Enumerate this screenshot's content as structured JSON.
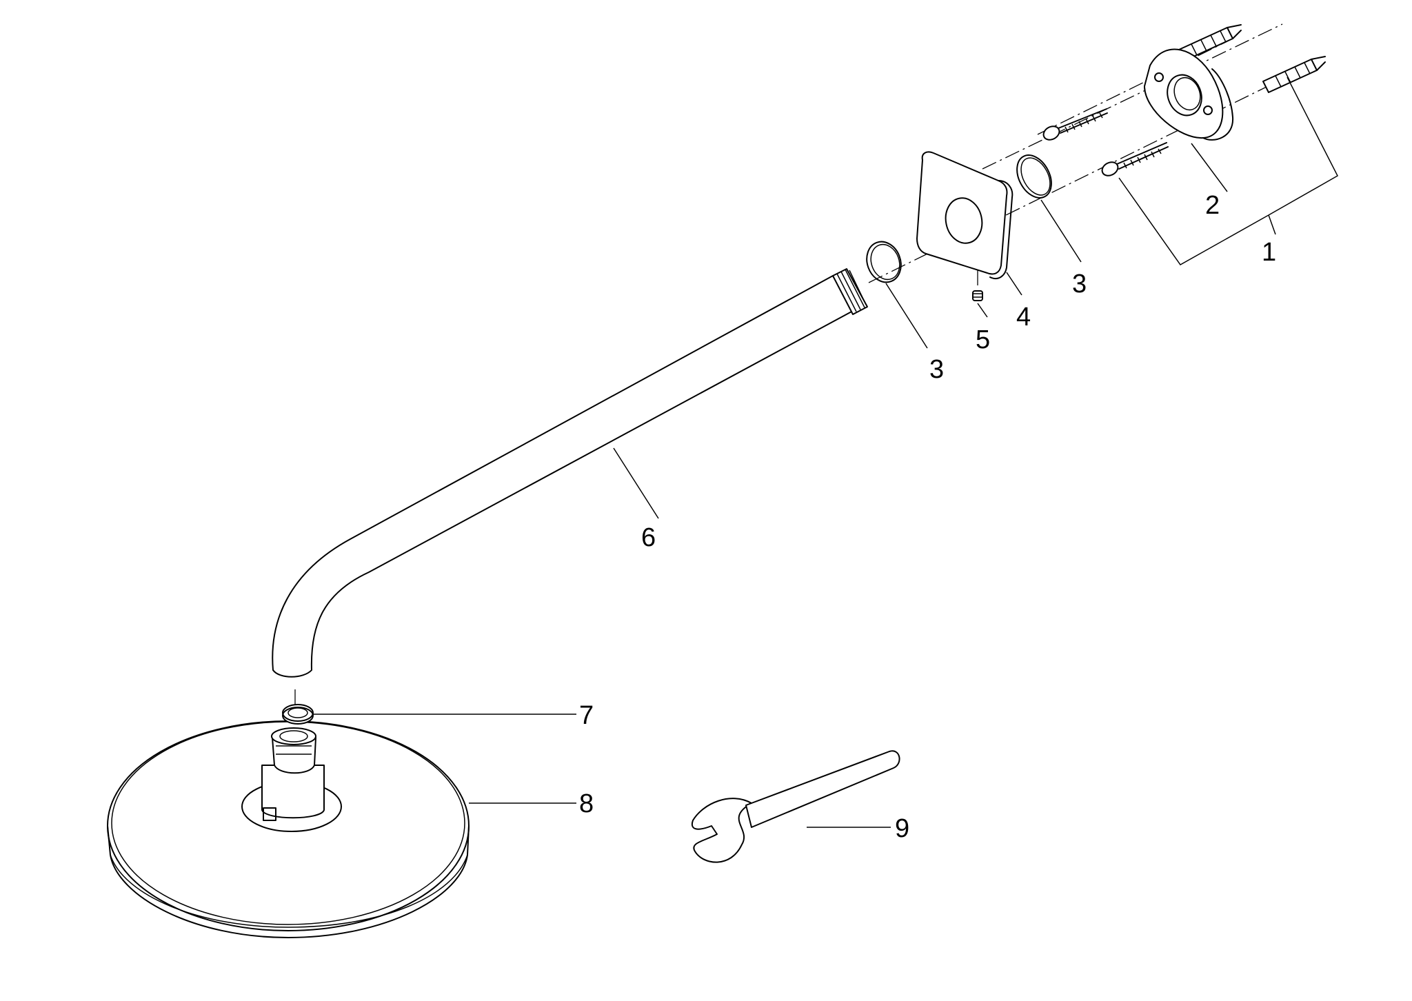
{
  "labels": {
    "l1": "1",
    "l2": "2",
    "l3a": "3",
    "l3b": "3",
    "l4": "4",
    "l5": "5",
    "l6": "6",
    "l7": "7",
    "l8": "8",
    "l9": "9"
  }
}
